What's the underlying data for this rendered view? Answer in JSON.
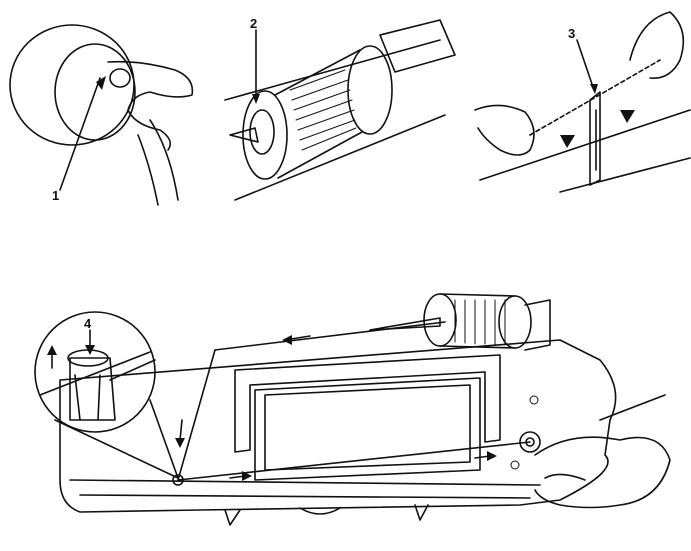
{
  "labels": {
    "step1": "1",
    "step2": "2",
    "step3": "3",
    "step4": "4"
  },
  "colors": {
    "ink": "#111111",
    "background": "#ffffff"
  }
}
